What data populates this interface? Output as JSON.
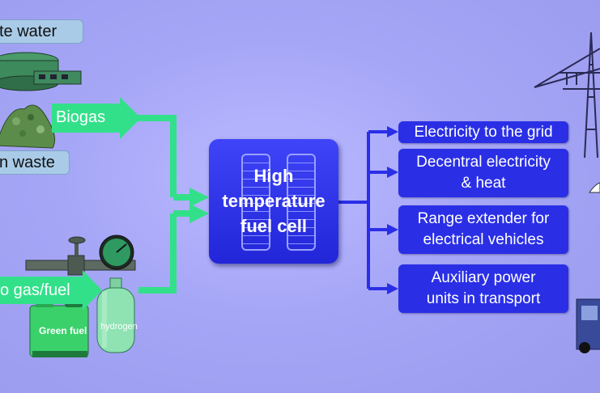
{
  "diagram": {
    "inputs": {
      "waste_water": "te water",
      "biogas": "Biogas",
      "waste": "n waste",
      "bio_gas_fuel": "o gas/fuel"
    },
    "center": {
      "line1": "High",
      "line2": "temperature",
      "line3": "fuel cell"
    },
    "outputs": [
      {
        "line1": "Electricity to the grid",
        "line2": ""
      },
      {
        "line1": "Decentral electricity",
        "line2": "& heat"
      },
      {
        "line1": "Range extender for",
        "line2": "electrical vehicles"
      },
      {
        "line1": "Auxiliary power",
        "line2": "units in transport"
      }
    ],
    "images": {
      "green_fuel_label": "Green fuel",
      "hydrogen_label": "hydrogen"
    }
  },
  "colors": {
    "background": "#a6a6f7",
    "green_arrow": "#33e08a",
    "blue_arrow": "#2a2fe6",
    "output_box": "#2a2fe6",
    "input_box": "#a9cbe8"
  }
}
